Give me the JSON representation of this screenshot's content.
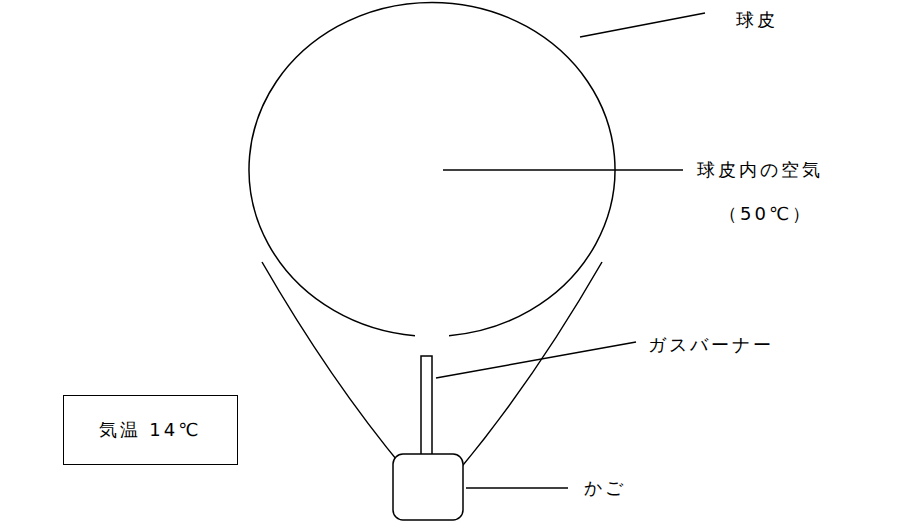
{
  "diagram": {
    "nodes": [
      {
        "text": [
          "気温 14℃"
        ]
      }
    ],
    "labels": [
      "球皮",
      "球皮内の空気",
      "（50℃）",
      "ガスバーナー",
      "かご"
    ]
  }
}
